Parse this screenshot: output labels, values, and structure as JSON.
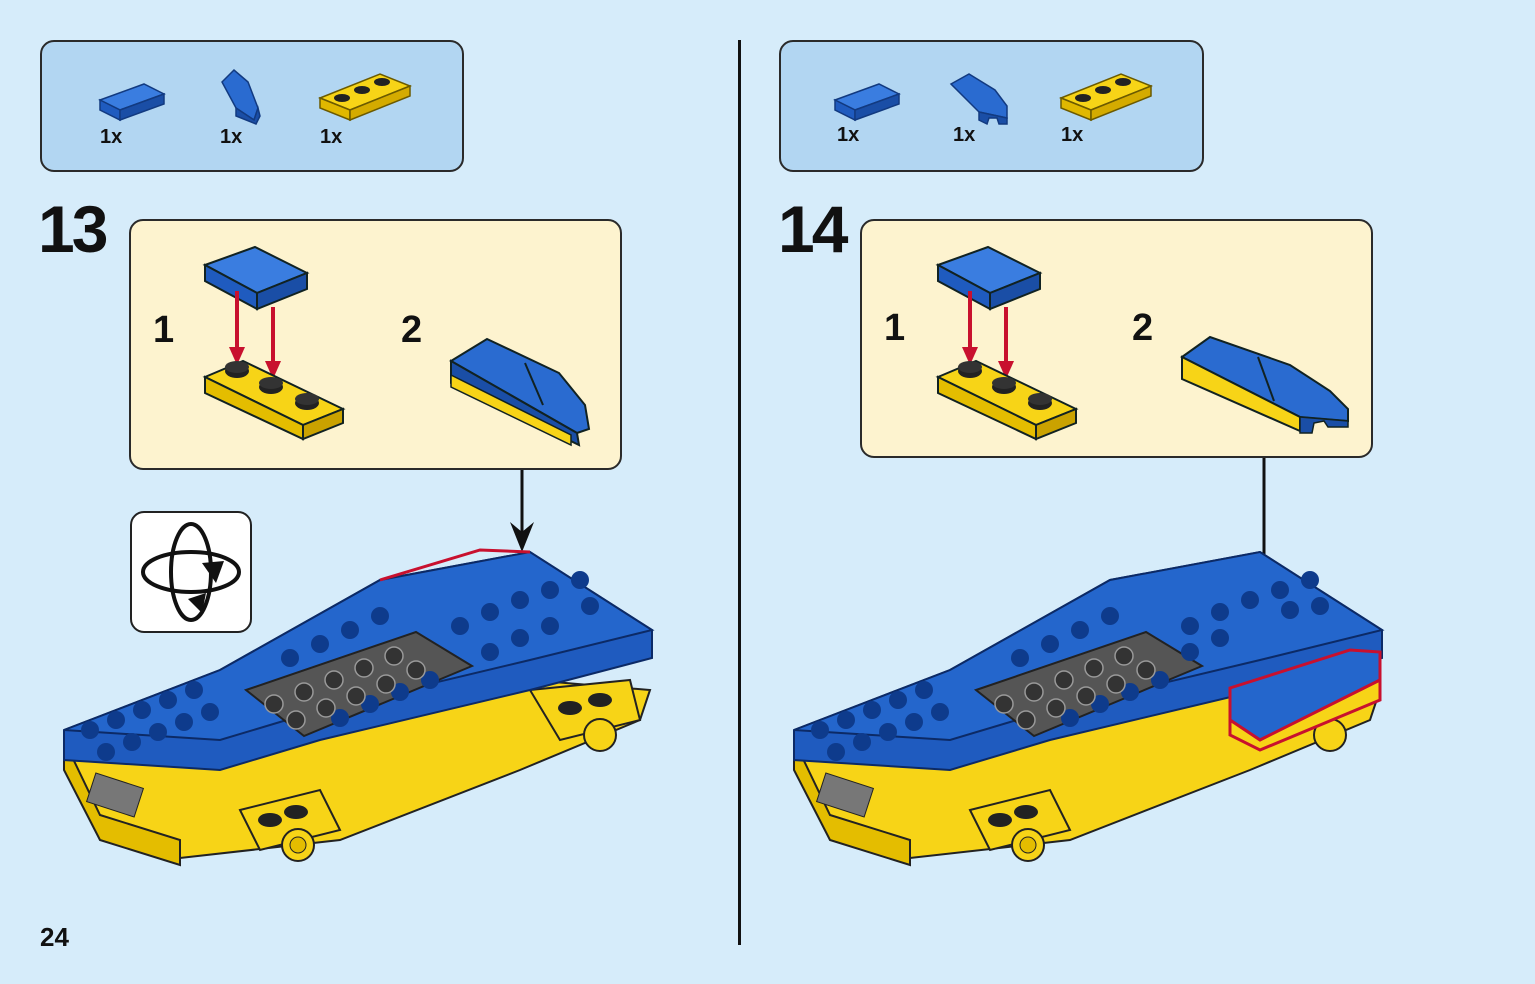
{
  "page": {
    "number": "24"
  },
  "colors": {
    "background": "#d6ecfa",
    "parts_box": "#b2d6f2",
    "sub_box": "#fdf3cf",
    "brick_blue": "#1f5bbf",
    "brick_yellow": "#f7d417",
    "highlight_red": "#c8102e"
  },
  "steps": [
    {
      "number": "13",
      "parts": [
        {
          "qty": "1x",
          "icon": "blue-tile-1x2-icon"
        },
        {
          "qty": "1x",
          "icon": "blue-curved-slope-icon"
        },
        {
          "qty": "1x",
          "icon": "yellow-plate-1x3-icon"
        }
      ],
      "substeps": [
        {
          "number": "1"
        },
        {
          "number": "2"
        }
      ],
      "rotate_icon": "rotate-model-icon"
    },
    {
      "number": "14",
      "parts": [
        {
          "qty": "1x",
          "icon": "blue-tile-1x2-icon"
        },
        {
          "qty": "1x",
          "icon": "blue-curved-slope-notched-icon"
        },
        {
          "qty": "1x",
          "icon": "yellow-plate-1x3-icon"
        }
      ],
      "substeps": [
        {
          "number": "1"
        },
        {
          "number": "2"
        }
      ]
    }
  ]
}
